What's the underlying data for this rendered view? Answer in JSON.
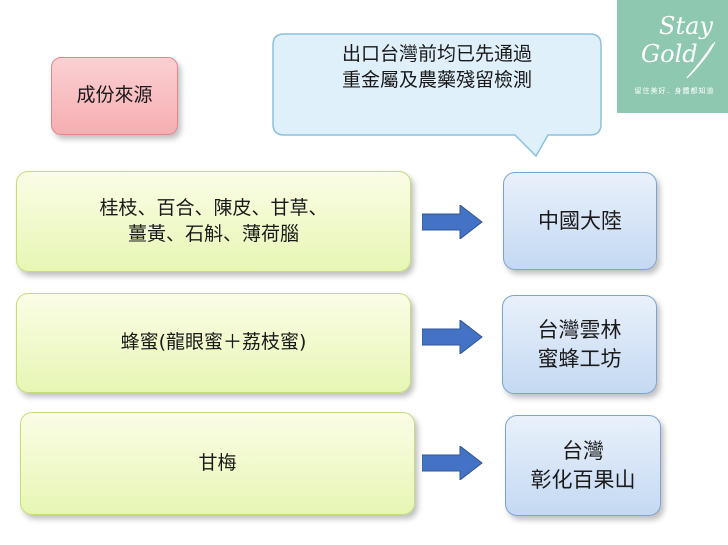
{
  "source_label": "成份來源",
  "callout": {
    "line1": "出口台灣前均已先通過",
    "line2": "重金屬及農藥殘留檢測"
  },
  "logo": {
    "stay": "Stay",
    "gold": "Gold",
    "tagline": "留住美好．身體都知道"
  },
  "rows": [
    {
      "source_lines": [
        "桂枝、百合、陳皮、甘草、",
        "薑黃、石斛、薄荷腦"
      ],
      "origin_lines": [
        "中國大陸"
      ]
    },
    {
      "source_lines": [
        "蜂蜜(龍眼蜜＋荔枝蜜)"
      ],
      "origin_lines": [
        "台灣雲林",
        "蜜蜂工坊"
      ]
    },
    {
      "source_lines": [
        "甘梅"
      ],
      "origin_lines": [
        "台灣",
        "彰化百果山"
      ]
    }
  ],
  "colors": {
    "green_fill": "#e7f6b4",
    "blue_fill": "#c4d9f2",
    "pink_fill": "#f6aeb2",
    "arrow": "#4472c4",
    "logo_bg": "#8fc8b1"
  }
}
